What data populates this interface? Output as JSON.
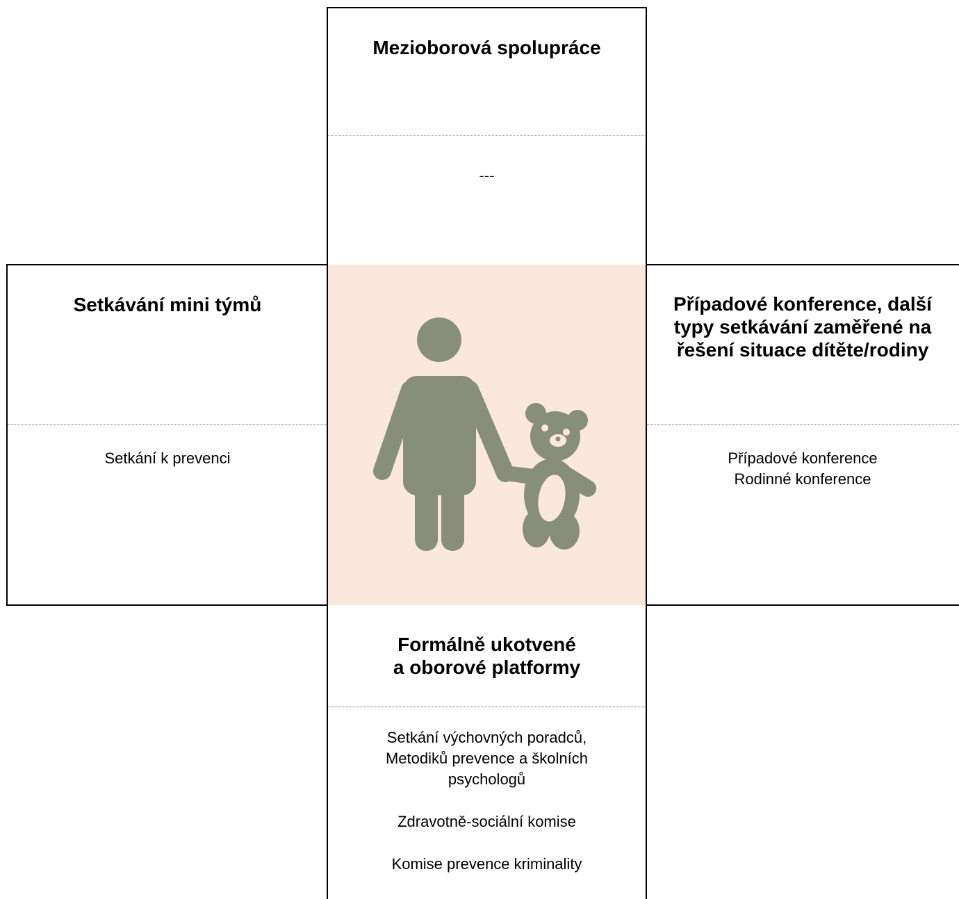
{
  "top": {
    "heading": "Mezioborová spolupráce",
    "items": [
      "---"
    ]
  },
  "left": {
    "heading": "Setkávání mini týmů",
    "items": [
      "Setkání k prevenci"
    ]
  },
  "right": {
    "heading": "Případové konference, další\ntypy setkávání zaměřené na\nřešení situace dítěte/rodiny",
    "items": [
      "Případové konference",
      "Rodinné konference"
    ]
  },
  "bottom": {
    "heading": "Formálně ukotvené\na oborové platformy",
    "items": [
      "Setkání výchovných poradců,\nMetodiků prevence a školních\npsychologů",
      "Zdravotně-sociální komise",
      "Komise prevence kriminality"
    ]
  },
  "center": {
    "icon": "adult-with-child-teddy-bear-icon",
    "icon_color": "#878f7a",
    "background_color": "#fbe8dc"
  }
}
